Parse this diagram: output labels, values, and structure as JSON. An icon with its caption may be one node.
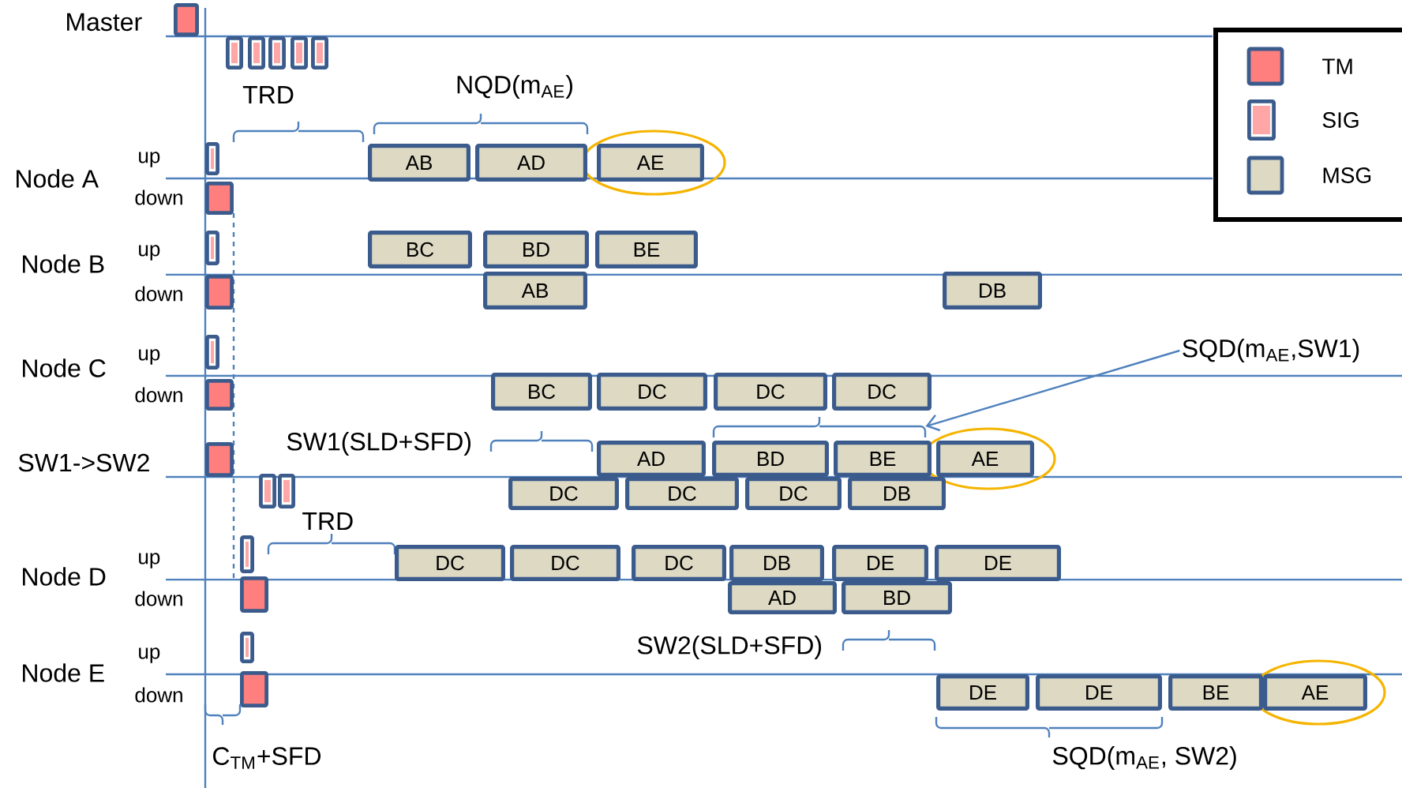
{
  "diagram": {
    "nodes": [
      {
        "text": [
          "AB"
        ]
      },
      {
        "text": [
          "AD"
        ]
      },
      {
        "text": [
          "AE"
        ]
      },
      {
        "text": [
          "BC"
        ]
      },
      {
        "text": [
          "BD"
        ]
      },
      {
        "text": [
          "BE"
        ]
      },
      {
        "text": [
          "AB"
        ]
      },
      {
        "text": [
          "DB"
        ]
      },
      {
        "text": [
          "SQD(m$_{AE}$,SW1)"
        ]
      },
      {
        "text": [
          "BC"
        ]
      },
      {
        "text": [
          "DC"
        ]
      },
      {
        "text": [
          "DC"
        ]
      },
      {
        "text": [
          "DC"
        ]
      },
      {
        "text": [
          "AD"
        ]
      },
      {
        "text": [
          "BD"
        ]
      },
      {
        "text": [
          "BE"
        ]
      },
      {
        "text": [
          "AE"
        ]
      },
      {
        "text": [
          "DC"
        ]
      },
      {
        "text": [
          "DC"
        ]
      },
      {
        "text": [
          "DC"
        ]
      },
      {
        "text": [
          "DB"
        ]
      },
      {
        "text": [
          "DC"
        ]
      },
      {
        "text": [
          "DC"
        ]
      },
      {
        "text": [
          "DC"
        ]
      },
      {
        "text": [
          "DB"
        ]
      },
      {
        "text": [
          "DE"
        ]
      },
      {
        "text": [
          "DE"
        ]
      },
      {
        "text": [
          "AD"
        ]
      },
      {
        "text": [
          "BD"
        ]
      },
      {
        "text": [
          "DE"
        ]
      },
      {
        "text": [
          "DE"
        ]
      },
      {
        "text": [
          "BE"
        ]
      },
      {
        "text": [
          "AE"
        ]
      },
      {
        "text": [],
        "shape": "bracket"
      }
    ],
    "edges": [
      {
        "from": 8,
        "to": 33,
        "arrow": "to"
      }
    ],
    "labels": [
      "Master",
      "NQD(m$_{AE}$)",
      "TRD",
      "Node A",
      "up",
      "down",
      "Node B",
      "up",
      "down",
      "Node C",
      "up",
      "down",
      "SW1(SLD+SFD)",
      "SW1->SW2",
      "TRD",
      "Node D",
      "up",
      "down",
      "SW2(SLD+SFD)",
      "Node E",
      "up",
      "down",
      "C$_{TM}$+SFD",
      "SQD(m$_{AE}$, SW2)"
    ],
    "legend": [
      {
        "text": "TM",
        "color": "#ff7f7f"
      },
      {
        "text": "SIG"
      },
      {
        "text": "MSG",
        "color": "#ddd9c3"
      }
    ]
  }
}
